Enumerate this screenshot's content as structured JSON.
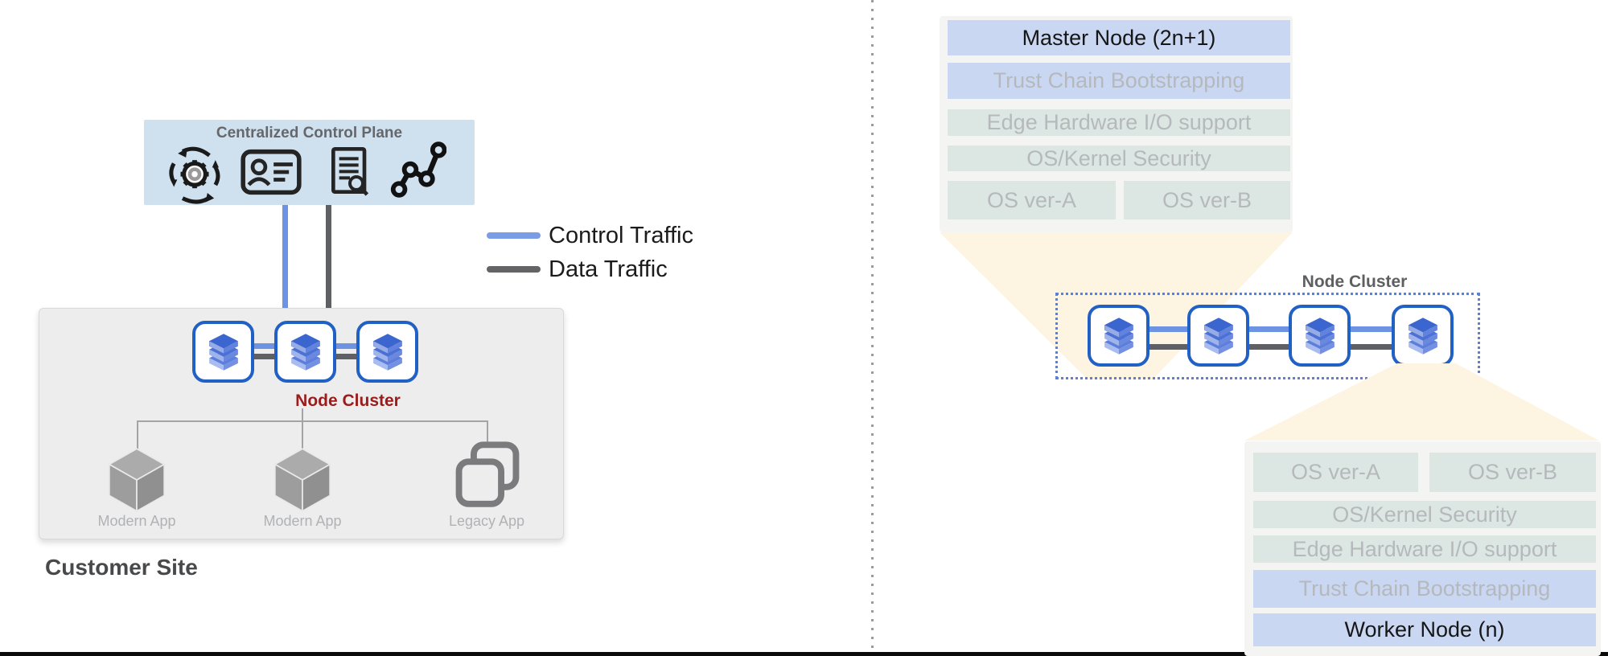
{
  "control_plane": {
    "title": "Centralized Control Plane",
    "icons": [
      "sync-gear-icon",
      "id-card-icon",
      "document-audit-icon",
      "network-graph-icon"
    ]
  },
  "legend": {
    "items": [
      {
        "label": "Control Traffic",
        "color": "#7b9ce7"
      },
      {
        "label": "Data Traffic",
        "color": "#646467"
      }
    ]
  },
  "customer_site": {
    "title": "Customer Site",
    "cluster": {
      "label": "Node Cluster",
      "node_count": 3
    },
    "apps": [
      {
        "label": "Modern App",
        "icon": "cube-icon"
      },
      {
        "label": "Modern App",
        "icon": "cube-icon"
      },
      {
        "label": "Legacy App",
        "icon": "overlapping-squares-icon"
      }
    ]
  },
  "edge_site": {
    "cluster": {
      "label": "Node Cluster",
      "node_count": 4
    },
    "master_stack": {
      "rows": [
        {
          "label": "Master Node (2n+1)"
        },
        {
          "label": "Trust Chain Bootstrapping"
        },
        {
          "label": "Edge Hardware I/O support"
        },
        {
          "label": "OS/Kernel Security"
        },
        {
          "cells": [
            "OS ver-A",
            "OS ver-B"
          ]
        }
      ]
    },
    "worker_stack": {
      "rows": [
        {
          "cells": [
            "OS ver-A",
            "OS ver-B"
          ]
        },
        {
          "label": "OS/Kernel Security"
        },
        {
          "label": "Edge Hardware I/O support"
        },
        {
          "label": "Trust Chain Bootstrapping"
        },
        {
          "label": "Worker Node (n)"
        }
      ]
    }
  },
  "colors": {
    "control_traffic": "#6d93e2",
    "data_traffic": "#5f6063",
    "control_plane_bg": "#cfe0ef",
    "stack_blue_row": "#c9d7f3",
    "stack_green_row": "#dce6e2",
    "stack_container": "#f4f4f2",
    "funnel_yellow": "#fdf5e2",
    "node_border_blue": "#2160c4",
    "node_cluster_red": "#9c1b1b",
    "customer_box": "#ededee"
  }
}
